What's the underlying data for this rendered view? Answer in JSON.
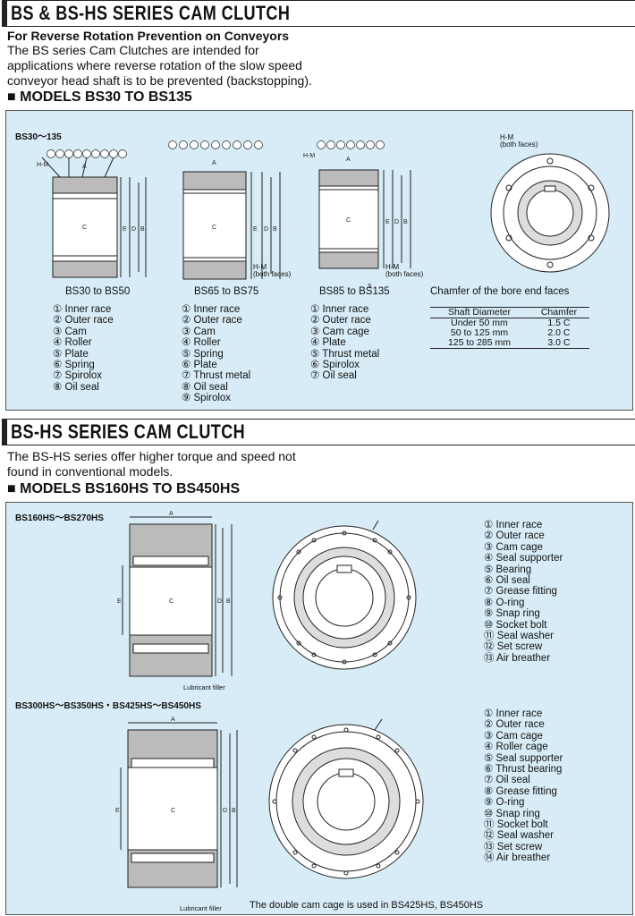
{
  "header": {
    "title": "BS & BS-HS SERIES CAM CLUTCH",
    "subtitle": "For Reverse Rotation Prevention on Conveyors",
    "intro": [
      "The BS series Cam Clutches are intended for",
      "applications where reverse rotation of the slow speed",
      "conveyor head shaft is to be prevented (backstopping)."
    ],
    "models_heading": "■ MODELS BS30 TO BS135"
  },
  "bs_panel": {
    "range_label": "BS30～135",
    "hm_label": "H-M",
    "hm_both": "(both faces)",
    "captions": [
      "BS30 to BS50",
      "BS65 to BS75",
      "BS85 to BS135"
    ],
    "chamfer_caption": "Chamfer of the bore end faces",
    "lists": [
      [
        "① Inner race",
        "② Outer race",
        "③ Cam",
        "④ Roller",
        "⑤ Plate",
        "⑥ Spring",
        "⑦ Spirolox",
        "⑧ Oil seal"
      ],
      [
        "① Inner race",
        "② Outer race",
        "③ Cam",
        "④ Roller",
        "⑤ Spring",
        "⑥ Plate",
        "⑦ Thrust metal",
        "⑧ Oil seal",
        "⑨ Spirolox"
      ],
      [
        "① Inner race",
        "② Outer race",
        "③ Cam cage",
        "④ Plate",
        "⑤ Thrust metal",
        "⑥ Spirolox",
        "⑦ Oil seal"
      ]
    ],
    "chamfer_table": {
      "headers": [
        "Shaft Diameter",
        "Chamfer"
      ],
      "rows": [
        [
          "Under 50 mm",
          "1.5 C"
        ],
        [
          "50 to 125 mm",
          "2.0 C"
        ],
        [
          "125 to 285 mm",
          "3.0 C"
        ]
      ]
    }
  },
  "hs_section": {
    "title": "BS-HS SERIES CAM CLUTCH",
    "intro": [
      "The BS-HS series offer higher torque and speed not",
      "found in conventional models."
    ],
    "models_heading": "■ MODELS BS160HS TO BS450HS"
  },
  "hs_panel": {
    "range1_label": "BS160HS～BS270HS",
    "range2_label": "BS300HS～BS350HS・BS425HS～BS450HS",
    "lubricant_label": "Lubricant filler",
    "list1": [
      "① Inner race",
      "② Outer race",
      "③ Cam cage",
      "④ Seal supporter",
      "⑤ Bearing",
      "⑥ Oil seal",
      "⑦ Grease fitting",
      "⑧ O-ring",
      "⑨ Snap ring",
      "⑩ Socket bolt",
      "⑪ Seal washer",
      "⑫ Set screw",
      "⑬ Air breather"
    ],
    "list2": [
      "① Inner race",
      "② Outer race",
      "③ Cam cage",
      "④ Roller cage",
      "⑤ Seal supporter",
      "⑥ Thrust bearing",
      "⑦ Oil seal",
      "⑧ Grease fitting",
      "⑨ O-ring",
      "⑩ Snap ring",
      "⑪ Socket bolt",
      "⑫ Seal washer",
      "⑬ Set screw",
      "⑭ Air breather"
    ],
    "note": "The double cam cage is used in BS425HS, BS450HS"
  },
  "dims": {
    "A": "A",
    "B": "B",
    "C": "C",
    "D": "D",
    "E": "E",
    "S": "S"
  }
}
